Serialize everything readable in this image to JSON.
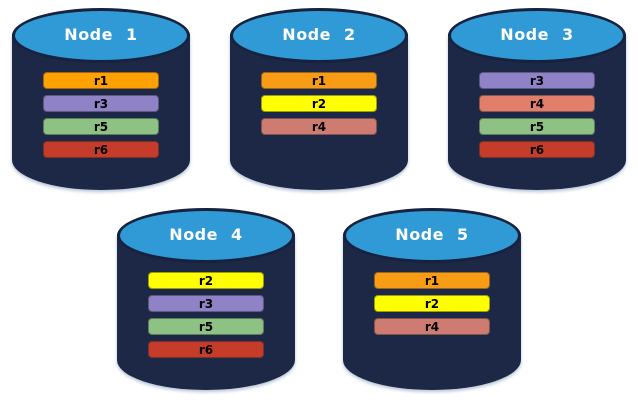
{
  "diagram": {
    "colors": {
      "background": "#ffffff",
      "cylinder_body": "#1C2846",
      "cylinder_lid": "#2F9AD5",
      "cylinder_lid_border": "#16223E",
      "title_text": "#FFFFFF",
      "bar_text": "#000000"
    },
    "rows": [
      {
        "nodes": [
          {
            "label": "Node 1",
            "replicas": [
              {
                "label": "r1",
                "color": "#FFA200"
              },
              {
                "label": "r3",
                "color": "#8F82C6"
              },
              {
                "label": "r5",
                "color": "#8EC284"
              },
              {
                "label": "r6",
                "color": "#C53D2A"
              }
            ]
          },
          {
            "label": "Node 2",
            "replicas": [
              {
                "label": "r1",
                "color": "#F99C15"
              },
              {
                "label": "r2",
                "color": "#FFFF00"
              },
              {
                "label": "r4",
                "color": "#CE7B72"
              }
            ]
          },
          {
            "label": "Node 3",
            "replicas": [
              {
                "label": "r3",
                "color": "#8F82C6"
              },
              {
                "label": "r4",
                "color": "#E27F6A"
              },
              {
                "label": "r5",
                "color": "#8EC284"
              },
              {
                "label": "r6",
                "color": "#C53D2A"
              }
            ]
          }
        ]
      },
      {
        "nodes": [
          {
            "label": "Node 4",
            "replicas": [
              {
                "label": "r2",
                "color": "#FFFF00"
              },
              {
                "label": "r3",
                "color": "#8F82C6"
              },
              {
                "label": "r5",
                "color": "#8EC284"
              },
              {
                "label": "r6",
                "color": "#C53D2A"
              }
            ]
          },
          {
            "label": "Node 5",
            "replicas": [
              {
                "label": "r1",
                "color": "#F99C15"
              },
              {
                "label": "r2",
                "color": "#FFFF00"
              },
              {
                "label": "r4",
                "color": "#CE7B72"
              }
            ]
          }
        ]
      }
    ]
  }
}
